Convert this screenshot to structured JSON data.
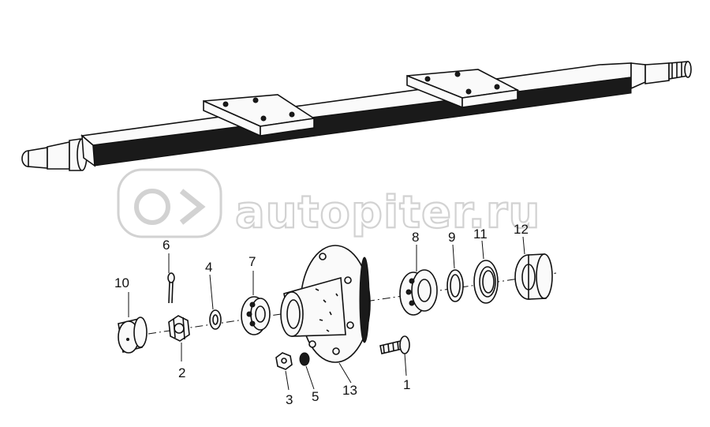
{
  "watermark": {
    "text": "autopiter.ru"
  },
  "callouts": {
    "c1": "1",
    "c2": "2",
    "c3": "3",
    "c4": "4",
    "c5": "5",
    "c6": "6",
    "c7": "7",
    "c8": "8",
    "c9": "9",
    "c10": "10",
    "c11": "11",
    "c12": "12",
    "c13": "13"
  },
  "colors": {
    "ink": "#111111",
    "paper": "#ffffff",
    "watermark": "#d2d2d2"
  }
}
